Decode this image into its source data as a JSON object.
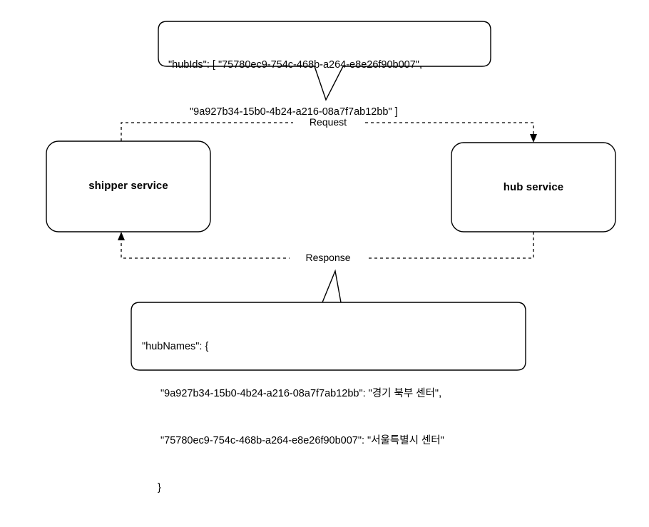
{
  "diagram": {
    "title": "shipper service / hub service request-response flow",
    "background_color": "#ffffff",
    "stroke_color": "#000000",
    "nodes": [
      {
        "id": "shipper",
        "label": "shipper service"
      },
      {
        "id": "hub",
        "label": "hub service"
      }
    ],
    "edges": [
      {
        "id": "request",
        "label": "Request",
        "from": "shipper",
        "to": "hub",
        "style": "dashed"
      },
      {
        "id": "response",
        "label": "Response",
        "from": "hub",
        "to": "shipper",
        "style": "dashed"
      }
    ],
    "callouts": {
      "request_payload": {
        "attached_to": "request",
        "lines": [
          "\"hubIds\": [ \"75780ec9-754c-468b-a264-e8e26f90b007\",",
          "\"9a927b34-15b0-4b24-a216-08a7f7ab12bb\" ]"
        ],
        "line1": "\"hubIds\": [ \"75780ec9-754c-468b-a264-e8e26f90b007\",",
        "line2": "\"9a927b34-15b0-4b24-a216-08a7f7ab12bb\" ]"
      },
      "response_payload": {
        "attached_to": "response",
        "lines": [
          "\"hubNames\": {",
          "\"9a927b34-15b0-4b24-a216-08a7f7ab12bb\": \"경기 북부 센터\",",
          "\"75780ec9-754c-468b-a264-e8e26f90b007\": \"서울특별시 센터\"",
          "}"
        ],
        "line1": "\"hubNames\": {",
        "line2": "\"9a927b34-15b0-4b24-a216-08a7f7ab12bb\": \"경기 북부 센터\",",
        "line3": "\"75780ec9-754c-468b-a264-e8e26f90b007\": \"서울특별시 센터\"",
        "line4": "}"
      }
    }
  }
}
